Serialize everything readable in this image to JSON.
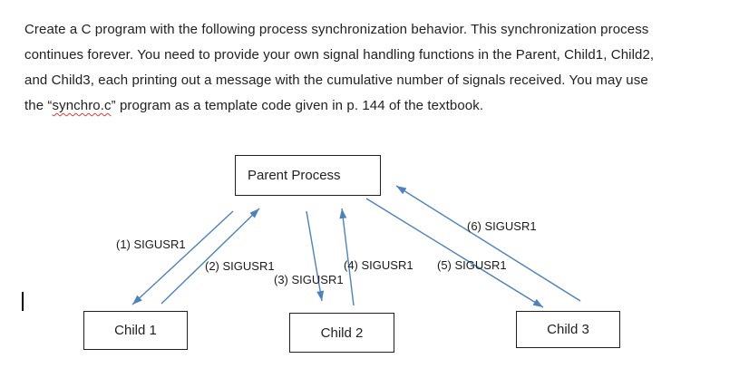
{
  "document": {
    "paragraph_lines": [
      "Create a C program with the following process synchronization behavior. This synchronization process",
      "continues forever. You need to provide your own signal handling functions in the Parent, Child1, Child2,",
      "and Child3, each printing out a message with the cumulative number of signals received. You may use"
    ],
    "line4_prefix": "the “",
    "line4_misspelled": "synchro.c",
    "line4_suffix": "” program as a template code given in p. 144 of the textbook.",
    "spellcheck_underline_color": "#e03c31"
  },
  "diagram": {
    "arrow_color": "#4f81bd",
    "boxes": {
      "parent": "Parent Process",
      "child1": "Child 1",
      "child2": "Child 2",
      "child3": "Child 3"
    },
    "labels": [
      "(1) SIGUSR1",
      "(2) SIGUSR1",
      "(3) SIGUSR1",
      "(4) SIGUSR1",
      "(5) SIGUSR1",
      "(6) SIGUSR1"
    ]
  }
}
